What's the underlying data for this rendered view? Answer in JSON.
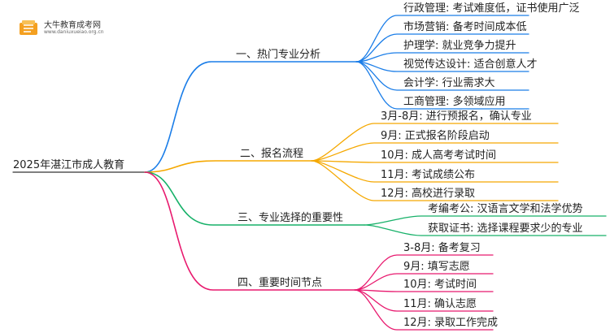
{
  "logo": {
    "name": "大牛教育成考网",
    "url": "www.daniuxueiao.org.cn"
  },
  "root": "2025年湛江市成人教育",
  "colors": [
    "#1a7de8",
    "#f5a800",
    "#17b169",
    "#e8196e"
  ],
  "branches": [
    {
      "label": "一、热门专业分析",
      "leaves": [
        "行政管理: 考试难度低，证书使用广泛",
        "市场营销: 备考时间成本低",
        "护理学: 就业竞争力提升",
        "视觉传达设计: 适合创意人才",
        "会计学: 行业需求大",
        "工商管理: 多领域应用"
      ]
    },
    {
      "label": "二、报名流程",
      "leaves": [
        "3月-8月: 进行预报名，确认专业",
        "9月: 正式报名阶段启动",
        "10月: 成人高考考试时间",
        "11月: 考试成绩公布",
        "12月: 高校进行录取"
      ]
    },
    {
      "label": "三、专业选择的重要性",
      "leaves": [
        "考编考公: 汉语言文学和法学优势",
        "获取证书: 选择课程要求少的专业"
      ]
    },
    {
      "label": "四、重要时间节点",
      "leaves": [
        "3-8月: 备考复习",
        "9月: 填写志愿",
        "10月: 考试时间",
        "11月: 确认志愿",
        "12月: 录取工作完成"
      ]
    }
  ]
}
